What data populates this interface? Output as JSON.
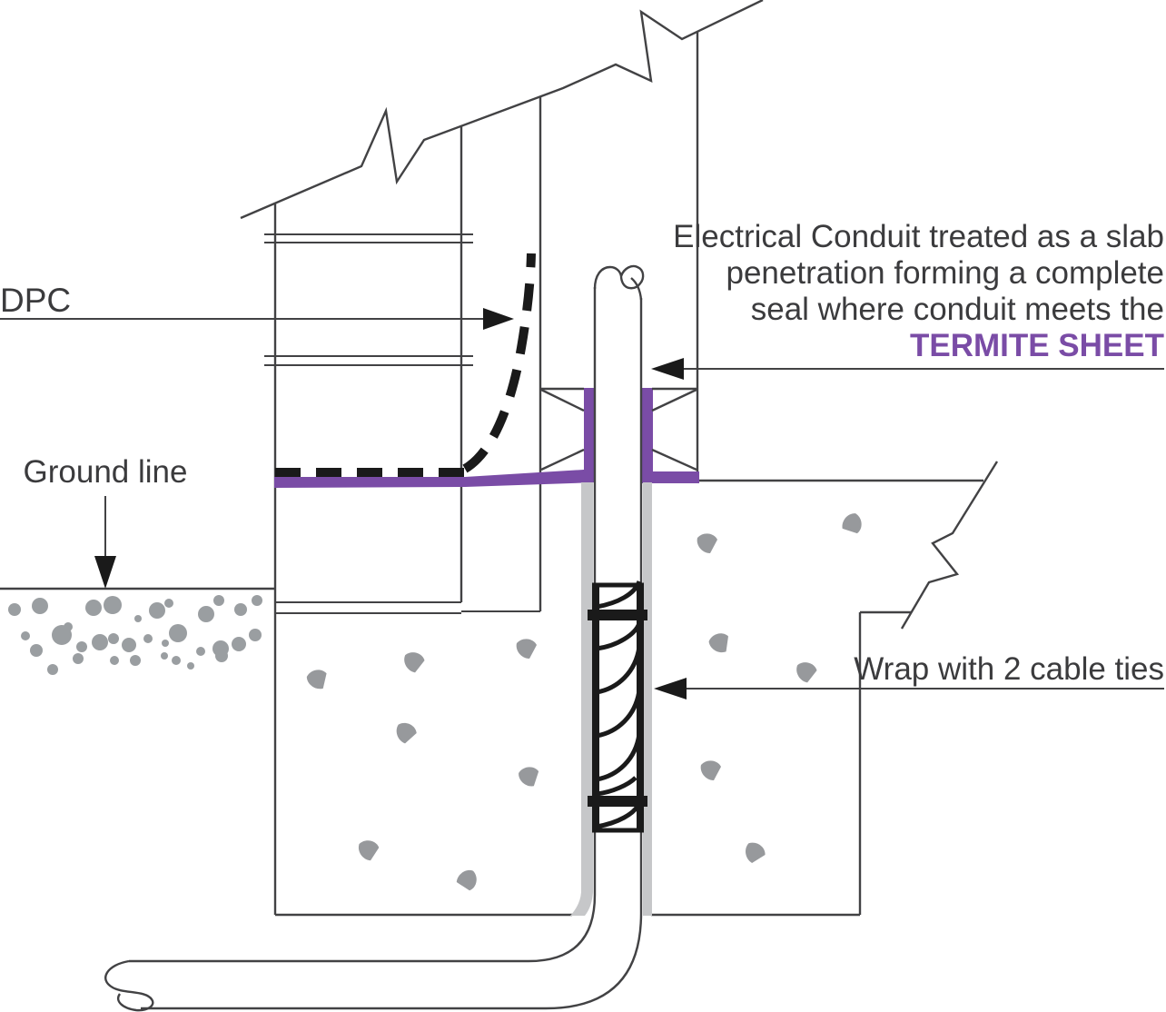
{
  "diagram": {
    "labels": {
      "dpc": "DPC",
      "ground_line": "Ground line",
      "conduit_note_line1": "Electrical Conduit treated as a slab",
      "conduit_note_line2": "penetration forming a complete",
      "conduit_note_line3": "seal where conduit meets the",
      "termite_sheet": "TERMITE SHEET",
      "cable_ties_note": "Wrap with 2 cable ties"
    },
    "colors": {
      "termite_purple": "#7A4CA6",
      "line_color": "#424244",
      "black_ink": "#1A1A1A",
      "text_color": "#3B3B3D",
      "speckle_gray": "#97999C",
      "ground_dot_gray": "#9A9EA1",
      "sleeve_gray": "#C6C7C9"
    }
  }
}
